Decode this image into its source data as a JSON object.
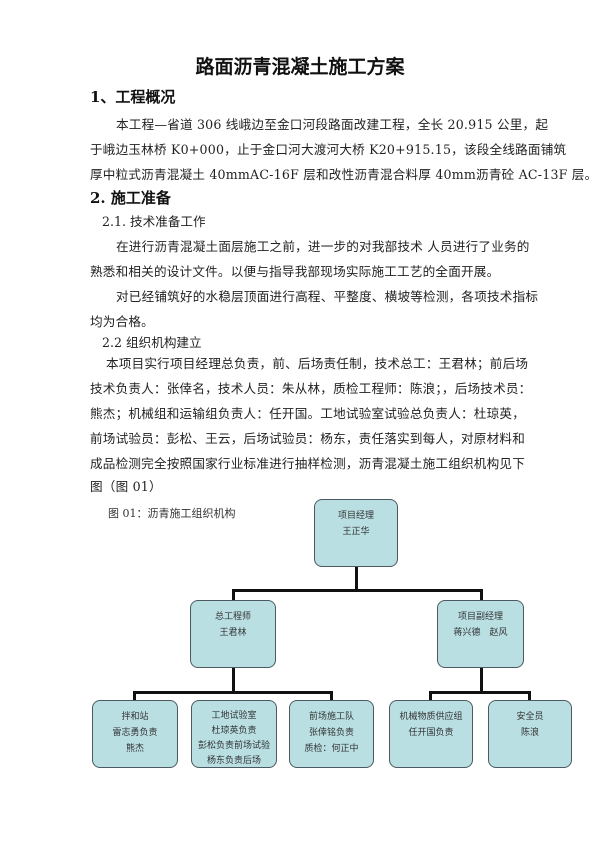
{
  "title": "路面沥青混凝土施工方案",
  "section1": {
    "heading": "1、工程概况",
    "lines": [
      "本工程—省道 306 线峨边至金口河段路面改建工程，全长 20.915 公里，起",
      "于峨边玉林桥 K0+000，止于金口河大渡河大桥 K20+915.15，该段全线路面铺筑",
      "厚中粒式沥青混凝土 40mmAC-16F 层和改性沥青混合料厚 40mm沥青砼 AC-13F 层。"
    ]
  },
  "section2": {
    "heading": "2. 施工准备",
    "sub1": {
      "heading": "2.1. 技术准备工作",
      "para1": [
        "在进行沥青混凝土面层施工之前，进一步的对我部技术 人员进行了业务的",
        "熟悉和相关的设计文件。以便与指导我部现场实际施工工艺的全面开展。"
      ],
      "para2": [
        "对已经铺筑好的水稳层顶面进行高程、平整度、横坡等检测，各项技术指标",
        "均为合格。"
      ]
    },
    "sub2": {
      "heading": "2.2 组织机构建立",
      "para": [
        "本项目实行项目经理总负责，前、后场责任制，技术总工：王君林；前后场",
        "技术负责人：张倖名，技术人员：朱从林，质检工程师：陈浪；，后场技术员：",
        "熊杰；机械组和运输组负责人：任开国。工地试验室试验总负责人：杜琼英，",
        "前场试验员：彭松、王云，后场试验员：杨东，责任落实到每人，对原材料和",
        "成品检测完全按照国家行业标准进行抽样检测，沥青混凝土施工组织机构见下",
        "图（图 01）"
      ]
    }
  },
  "figure": {
    "caption": "图 01：沥青施工组织机构",
    "box_fill": "#b9dfe3",
    "nodes": {
      "pm": [
        "项目经理",
        "王正华"
      ],
      "chief_engineer": [
        "总工程师",
        "王君林"
      ],
      "deputy_pm": [
        "项目副经理",
        "蒋兴德　赵风"
      ],
      "mixing_station": [
        "拌和站",
        "雷志勇负责",
        "熊杰"
      ],
      "lab": [
        "工地试验室",
        "杜琼英负责",
        "彭松负责前场试验",
        "杨东负责后场"
      ],
      "front_team": [
        "前场施工队",
        "张倖铭负责",
        "质检：何正中"
      ],
      "supply": [
        "机械物质供应组",
        "任开国负责"
      ],
      "safety": [
        "安全员",
        "陈浪"
      ]
    }
  }
}
